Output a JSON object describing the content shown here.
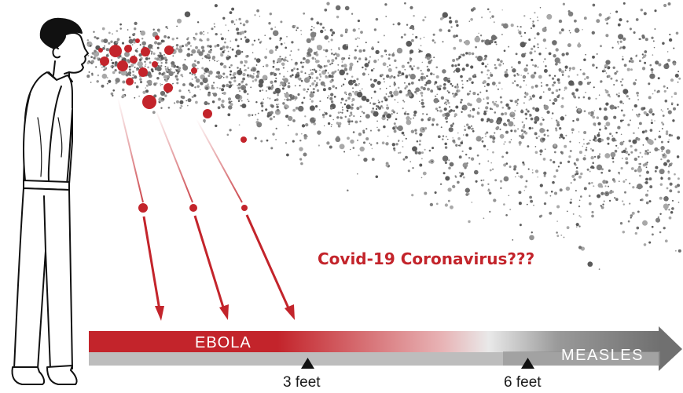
{
  "labels": {
    "covid": "Covid-19 Coronavirus???",
    "ebola": "EBOLA",
    "measles": "MEASLES",
    "three_feet": "3 feet",
    "six_feet": "6 feet"
  },
  "colors": {
    "red": "#c3242b",
    "gray": "#707070",
    "light_gray": "#bdbdbd",
    "dark": "#1a1a1a"
  },
  "icons": {
    "person": "person-coughing-icon",
    "droplets": "droplet-spray-icon"
  }
}
